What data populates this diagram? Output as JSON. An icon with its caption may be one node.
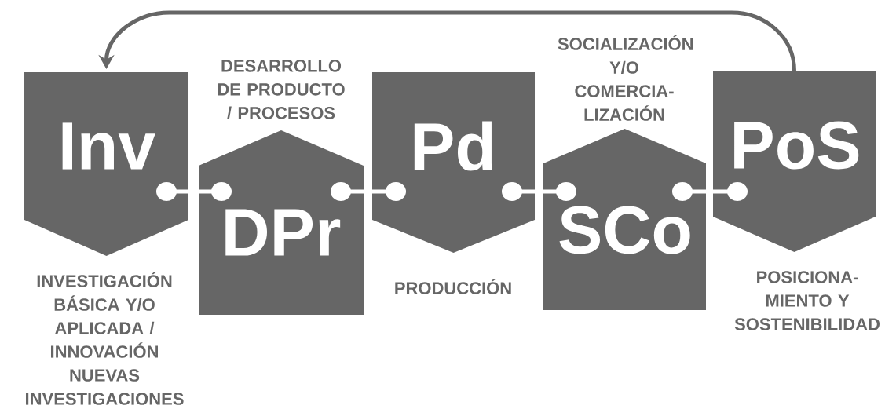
{
  "diagram": {
    "nodes": [
      {
        "text": [
          "Inv"
        ],
        "beside": [
          "INVESTIGACIÓN BÁSICA Y/O APLICADA / INNOVACIÓN NUEVAS INVESTIGACIONES"
        ]
      },
      {
        "text": [
          "DPr"
        ],
        "beside": [
          "DESARROLLO DE PRODUCTO / PROCESOS"
        ]
      },
      {
        "text": [
          "Pd"
        ],
        "beside": [
          "PRODUCCIÓN"
        ]
      },
      {
        "text": [
          "SCo"
        ],
        "beside": [
          "SOCIALIZACIÓN Y/O COMERCIA- LIZACIÓN"
        ]
      },
      {
        "text": [
          "PoS"
        ],
        "beside": [
          "POSICIONA- MIENTO Y SOSTENIBILIDAD"
        ]
      }
    ],
    "edges": [
      {
        "from": 0,
        "to": 1,
        "arrow": "other"
      },
      {
        "from": 1,
        "to": 2,
        "arrow": "other"
      },
      {
        "from": 2,
        "to": 3,
        "arrow": "other"
      },
      {
        "from": 3,
        "to": 4,
        "arrow": "other"
      },
      {
        "from": 4,
        "to": 0,
        "arrow": "to",
        "color": "#666666"
      }
    ]
  }
}
